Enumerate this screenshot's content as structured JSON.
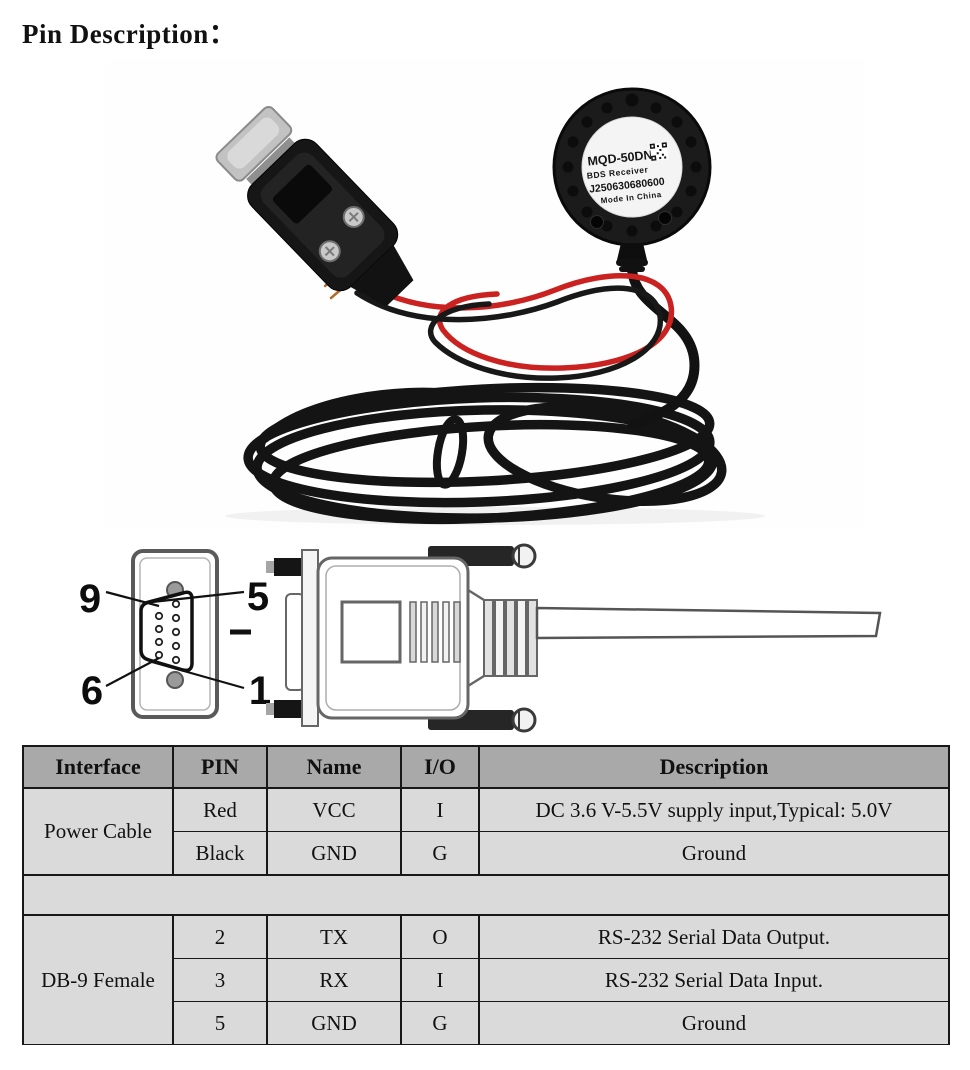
{
  "page": {
    "title": "Pin Description："
  },
  "photo": {
    "label": {
      "model": "MQD-50DN",
      "product": "BDS Receiver",
      "serial": "J250630680600",
      "origin": "Mode In China"
    }
  },
  "diagram": {
    "pins": {
      "top_left": "9",
      "top_right": "5",
      "bottom_left": "6",
      "bottom_right": "1"
    },
    "separator": "–"
  },
  "table": {
    "headers": [
      "Interface",
      "PIN",
      "Name",
      "I/O",
      "Description"
    ],
    "sections": [
      {
        "interface": "Power Cable",
        "rows": [
          {
            "pin": "Red",
            "name": "VCC",
            "io": "I",
            "description": "DC 3.6 V-5.5V supply input,Typical: 5.0V"
          },
          {
            "pin": "Black",
            "name": "GND",
            "io": "G",
            "description": "Ground"
          }
        ]
      },
      {
        "interface": "DB-9 Female",
        "rows": [
          {
            "pin": "2",
            "name": "TX",
            "io": "O",
            "description": "RS-232 Serial Data Output."
          },
          {
            "pin": "3",
            "name": "RX",
            "io": "I",
            "description": "RS-232 Serial Data Input."
          },
          {
            "pin": "5",
            "name": "GND",
            "io": "G",
            "description": "Ground"
          }
        ]
      }
    ]
  },
  "colors": {
    "wire_red": "#c92220",
    "cable_black": "#141414",
    "table_header_bg": "#a9a9a9",
    "table_cell_bg": "#dadada",
    "table_border": "#181818"
  }
}
